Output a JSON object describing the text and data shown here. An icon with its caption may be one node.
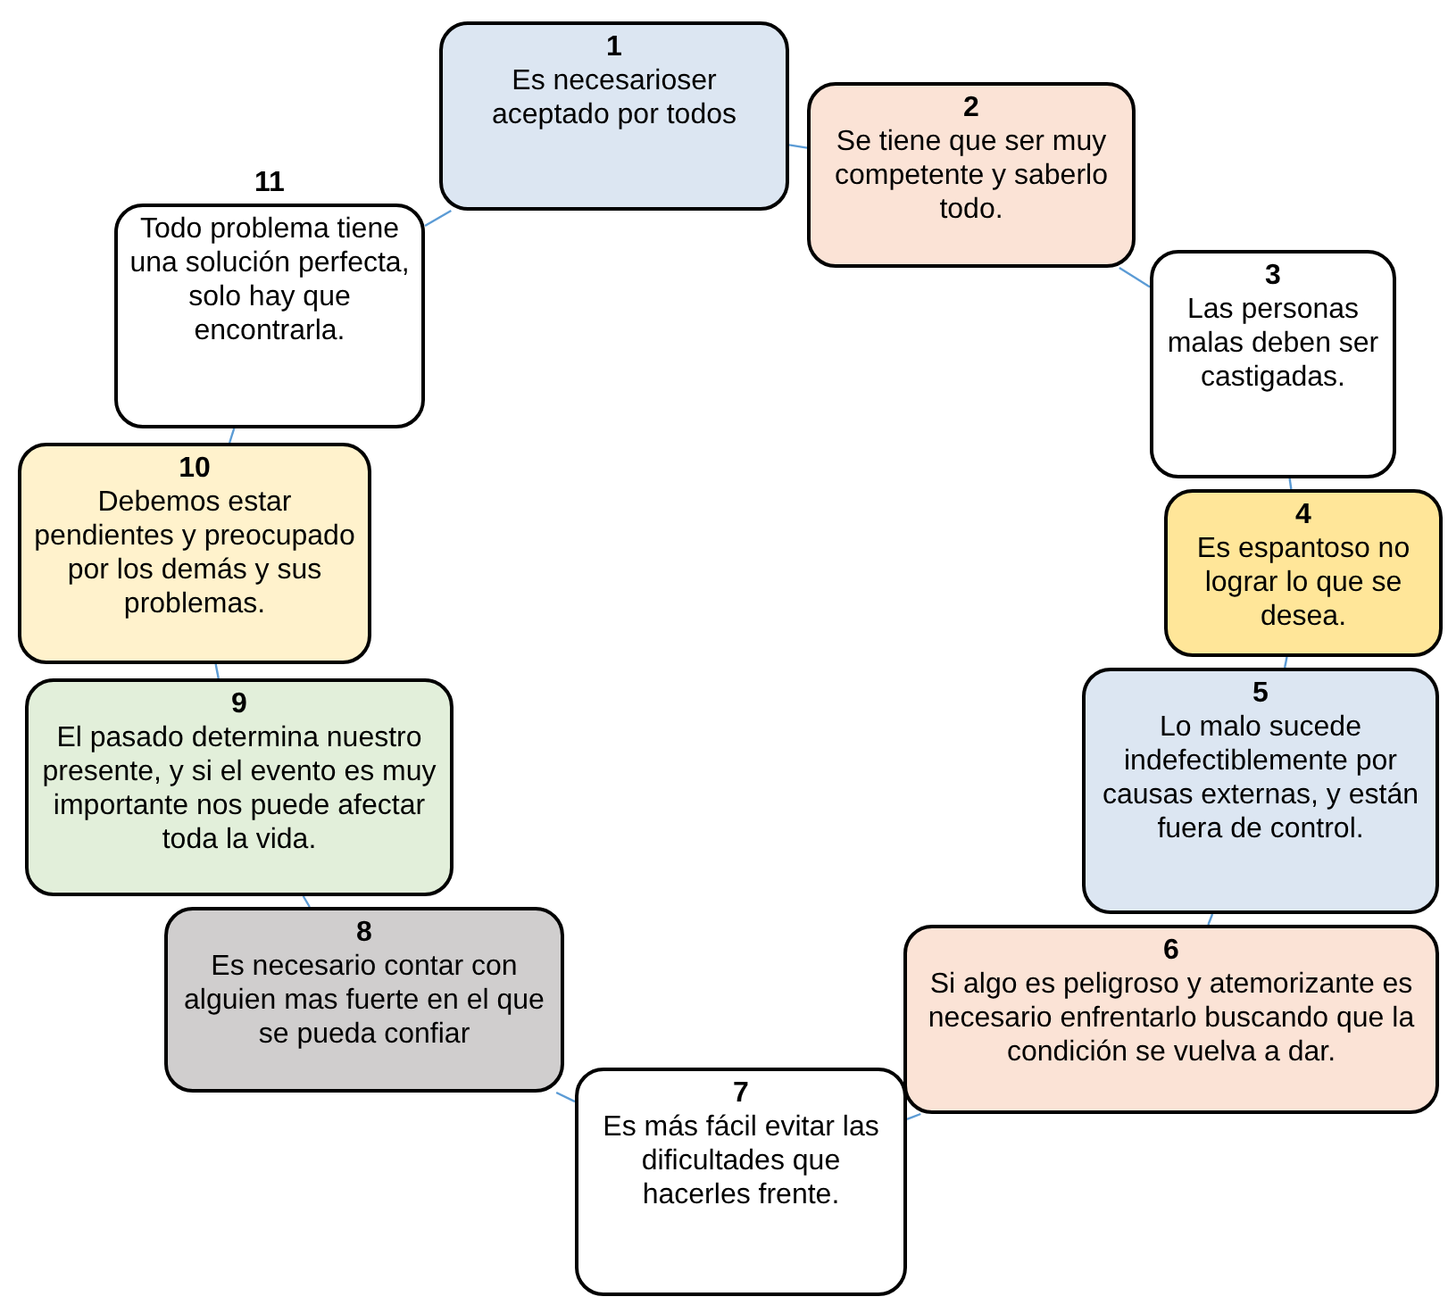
{
  "diagram": {
    "nodes": [
      {
        "text": [
          "1",
          "Es necesarioser aceptado por todos"
        ]
      },
      {
        "text": [
          "2",
          "Se tiene que ser muy competente y saberlo todo."
        ]
      },
      {
        "text": [
          "3",
          "Las personas malas deben ser castigadas."
        ]
      },
      {
        "text": [
          "4",
          "Es espantoso no lograr lo que se desea."
        ]
      },
      {
        "text": [
          "5",
          "Lo malo sucede indefectiblemente por causas externas, y están fuera de control."
        ]
      },
      {
        "text": [
          "6",
          "Si algo es peligroso y atemorizante es necesario enfrentarlo buscando que la condición se vuelva a dar."
        ]
      },
      {
        "text": [
          "7",
          "Es más fácil evitar las dificultades que hacerles frente."
        ]
      },
      {
        "text": [
          "8",
          "Es necesario contar con alguien mas fuerte en el que se pueda confiar"
        ]
      },
      {
        "text": [
          "9",
          "El pasado determina nuestro presente, y si el evento es muy importante nos puede afectar toda la vida."
        ]
      },
      {
        "text": [
          "10",
          "Debemos estar pendientes y preocupado por los demás y sus problemas."
        ]
      },
      {
        "text": [
          "11",
          "Todo problema tiene una solución perfecta, solo hay que encontrarla."
        ]
      }
    ],
    "edges": [
      {
        "from": 0,
        "to": 1,
        "arrow": "none"
      },
      {
        "from": 1,
        "to": 2,
        "arrow": "none"
      },
      {
        "from": 2,
        "to": 3,
        "arrow": "none"
      },
      {
        "from": 3,
        "to": 4,
        "arrow": "none"
      },
      {
        "from": 4,
        "to": 5,
        "arrow": "none"
      },
      {
        "from": 5,
        "to": 6,
        "arrow": "none"
      },
      {
        "from": 6,
        "to": 7,
        "arrow": "none"
      },
      {
        "from": 7,
        "to": 8,
        "arrow": "none"
      },
      {
        "from": 8,
        "to": 9,
        "arrow": "none"
      },
      {
        "from": 9,
        "to": 10,
        "arrow": "none"
      },
      {
        "from": 10,
        "to": 0,
        "arrow": "none"
      }
    ]
  }
}
